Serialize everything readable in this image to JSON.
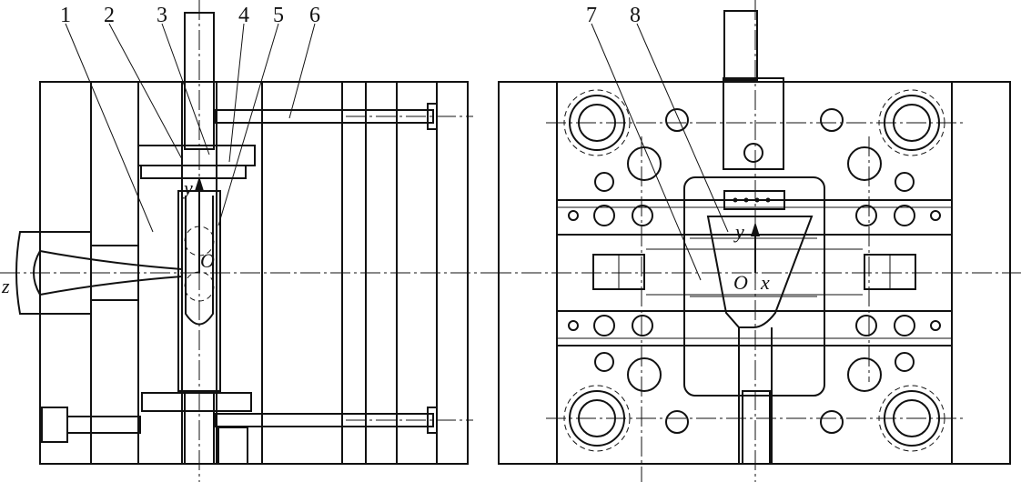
{
  "part_labels": [
    "1",
    "2",
    "3",
    "4",
    "5",
    "6",
    "7",
    "8"
  ],
  "left_view": {
    "axis_y": "y",
    "axis_origin": "O",
    "axis_z": "z"
  },
  "right_view": {
    "axis_y": "y",
    "axis_origin": "O",
    "axis_x": "x"
  }
}
